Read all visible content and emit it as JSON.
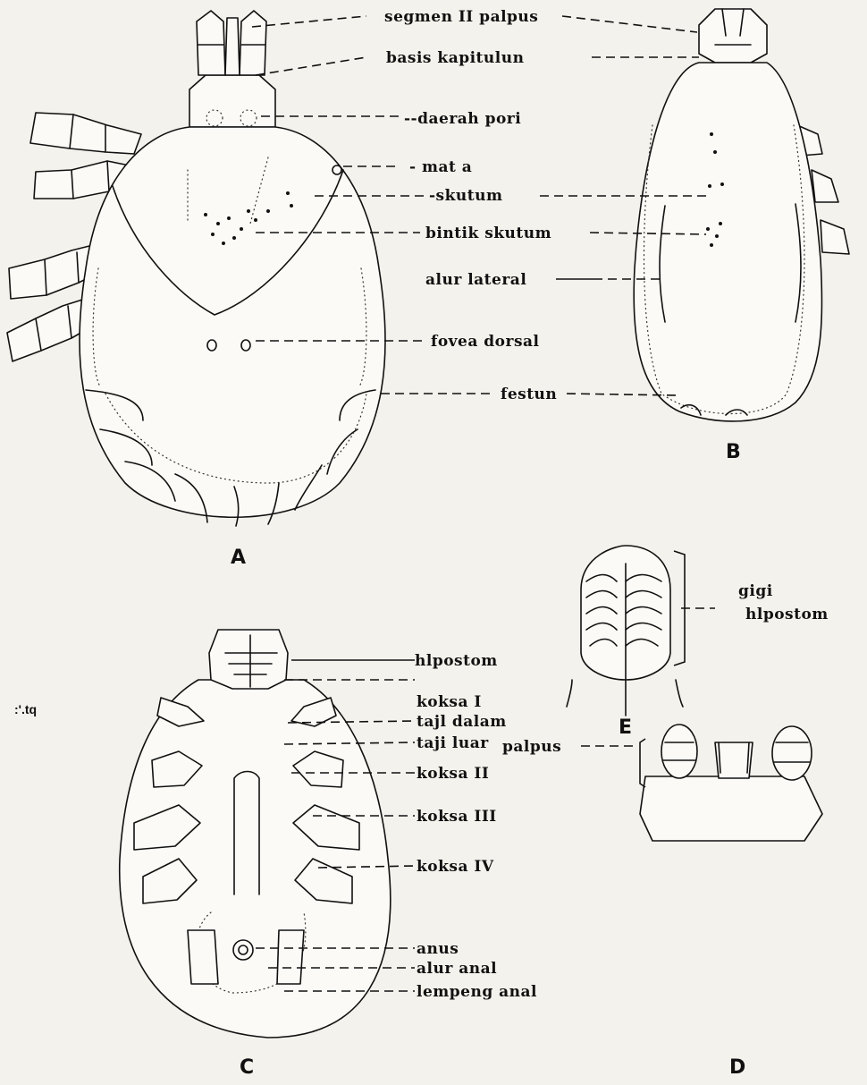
{
  "panels": {
    "a": "A",
    "b": "B",
    "c": "C",
    "d": "D",
    "e": "E"
  },
  "labels": {
    "segmen_ii_palpus": "segmen II palpus",
    "basis_kapitulun": "basis kapitulun",
    "daerah_pori": "--daerah pori",
    "mata": "- mat a",
    "skutum": "-skutum",
    "bintik_skutum": "bintik skutum",
    "alur_lateral": "alur lateral",
    "fovea_dorsal": "fovea dorsal",
    "festun": "festun",
    "gigi": "gigi",
    "hipostom_e": "hlpostom",
    "hipostom_c": "hlpostom",
    "koksa_i": "koksa I",
    "tajl_dalam": "tajl dalam",
    "taji_luar": "taji luar",
    "koksa_ii": "koksa II",
    "koksa_iii": "koksa III",
    "koksa_iv": "koksa IV",
    "anus": "anus",
    "alur_anal": "alur anal",
    "lempeng_anal": "lempeng anal",
    "palpus": "palpus"
  },
  "stray_mark": ":'.tq"
}
